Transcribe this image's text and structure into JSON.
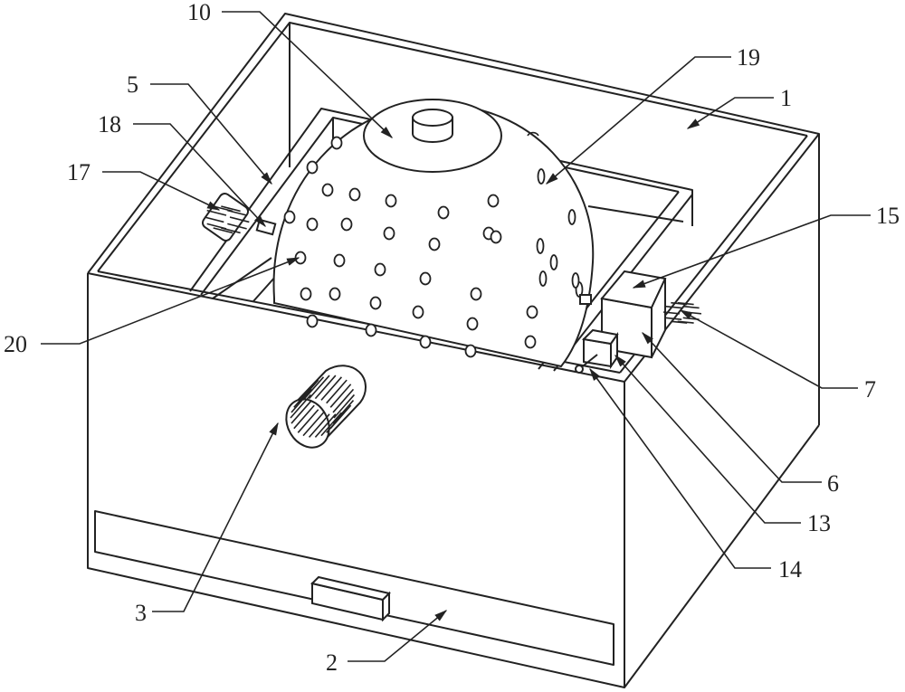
{
  "figure": {
    "type": "patent-line-drawing",
    "subject": "box with perforated sphere assembly, drawer and knob"
  },
  "callouts": [
    {
      "id": "c10",
      "label": "10",
      "part": "sphere-lid"
    },
    {
      "id": "c19",
      "label": "19",
      "part": "perforated-sphere"
    },
    {
      "id": "c1",
      "label": "1",
      "part": "box-housing"
    },
    {
      "id": "c5",
      "label": "5",
      "part": "inner-frame"
    },
    {
      "id": "c18",
      "label": "18",
      "part": "left-shaft"
    },
    {
      "id": "c17",
      "label": "17",
      "part": "left-gear"
    },
    {
      "id": "c15",
      "label": "15",
      "part": "motor-block-top"
    },
    {
      "id": "c20",
      "label": "20",
      "part": "sphere-hole"
    },
    {
      "id": "c7",
      "label": "7",
      "part": "right-gear"
    },
    {
      "id": "c6",
      "label": "6",
      "part": "motor-block"
    },
    {
      "id": "c13",
      "label": "13",
      "part": "bearing-block"
    },
    {
      "id": "c14",
      "label": "14",
      "part": "shaft-pin"
    },
    {
      "id": "c3",
      "label": "3",
      "part": "front-knob"
    },
    {
      "id": "c2",
      "label": "2",
      "part": "drawer"
    }
  ]
}
